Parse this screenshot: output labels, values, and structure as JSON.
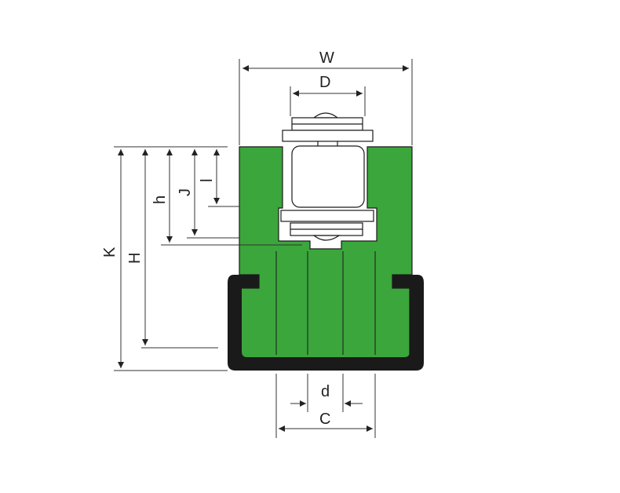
{
  "colors": {
    "profile_green": "#3ba63b",
    "channel_black": "#1a1a1a",
    "line": "#333333",
    "roller_white": "#ffffff"
  },
  "labels": {
    "W": "W",
    "D": "D",
    "K": "K",
    "H": "H",
    "h": "h",
    "J": "J",
    "l": "l",
    "d": "d",
    "C": "C"
  }
}
